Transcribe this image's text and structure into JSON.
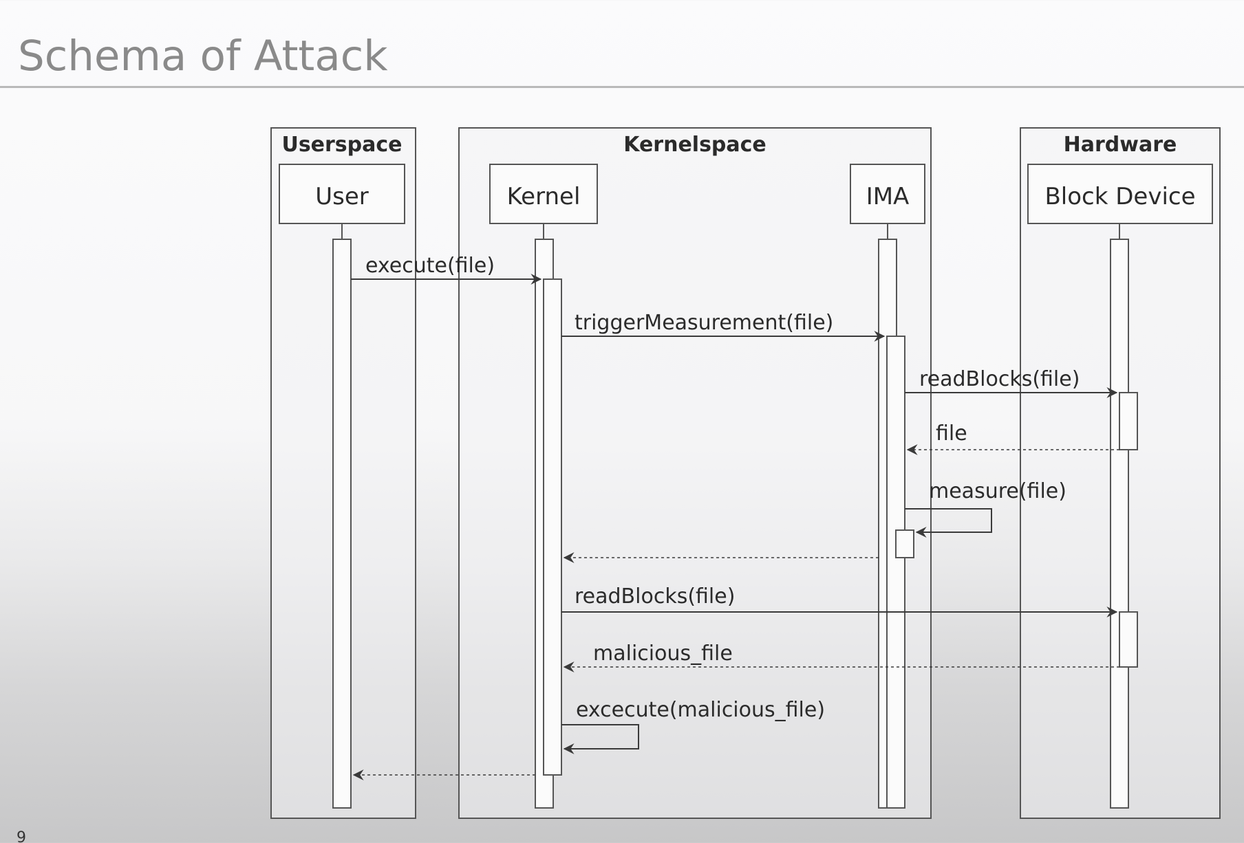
{
  "slide": {
    "title": "Schema of Attack",
    "page_number": "9"
  },
  "diagram": {
    "groups": {
      "userspace": "Userspace",
      "kernelspace": "Kernelspace",
      "hardware": "Hardware"
    },
    "participants": {
      "user": "User",
      "kernel": "Kernel",
      "ima": "IMA",
      "block_device": "Block Device"
    },
    "messages": {
      "execute": "execute(file)",
      "trigger": "triggerMeasurement(file)",
      "read_blocks_1": "readBlocks(file)",
      "file_return": "file",
      "measure": "measure(file)",
      "read_blocks_2": "readBlocks(file)",
      "malicious_return": "malicious_file",
      "excecute": "excecute(malicious_file)"
    }
  }
}
